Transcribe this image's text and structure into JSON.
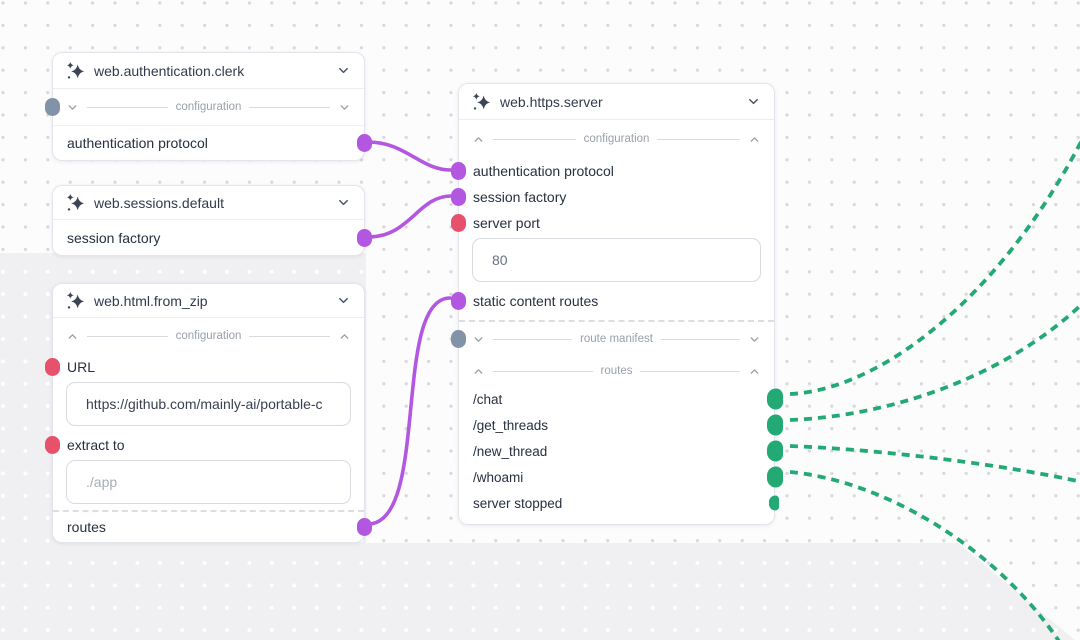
{
  "app": {
    "name": "node graph editor canvas"
  },
  "colors": {
    "canvas_bg": "#fcfcfd",
    "group_panel_bg": "#f0f0f2",
    "edge_purple": "#b357e1",
    "edge_green": "#22a974",
    "connector_red": "#e8516b",
    "section_handle_gray": "#8293a8"
  },
  "nodes": {
    "clerk": {
      "title": "web.authentication.clerk",
      "config_label": "configuration",
      "output_auth": "authentication protocol"
    },
    "sessions": {
      "title": "web.sessions.default",
      "output_factory": "session factory"
    },
    "fromzip": {
      "title": "web.html.from_zip",
      "config_label": "configuration",
      "url_label": "URL",
      "url_value": "https://github.com/mainly-ai/portable-c",
      "extract_label": "extract to",
      "extract_placeholder": "./app",
      "routes_label": "routes"
    },
    "server": {
      "title": "web.https.server",
      "config_label": "configuration",
      "input_auth": "authentication protocol",
      "input_factory": "session factory",
      "input_port": "server port",
      "port_value": "80",
      "input_static": "static content routes",
      "manifest_label": "route manifest",
      "routes_label": "routes",
      "routes": [
        "/chat",
        "/get_threads",
        "/new_thread",
        "/whoami",
        "server stopped"
      ]
    }
  },
  "edges": [
    {
      "from": "web.authentication.clerk / authentication protocol",
      "to": "web.https.server / authentication protocol",
      "color": "#b357e1",
      "style": "solid"
    },
    {
      "from": "web.sessions.default / session factory",
      "to": "web.https.server / session factory",
      "color": "#b357e1",
      "style": "solid"
    },
    {
      "from": "web.html.from_zip / routes",
      "to": "web.https.server / static content routes",
      "color": "#b357e1",
      "style": "solid"
    },
    {
      "from": "web.https.server / /chat",
      "to": "offscreen right",
      "color": "#22a974",
      "style": "dashed"
    },
    {
      "from": "web.https.server / /get_threads",
      "to": "offscreen right",
      "color": "#22a974",
      "style": "dashed"
    },
    {
      "from": "web.https.server / /new_thread",
      "to": "offscreen right",
      "color": "#22a974",
      "style": "dashed"
    },
    {
      "from": "web.https.server / /whoami",
      "to": "offscreen bottom right",
      "color": "#22a974",
      "style": "dashed"
    }
  ]
}
